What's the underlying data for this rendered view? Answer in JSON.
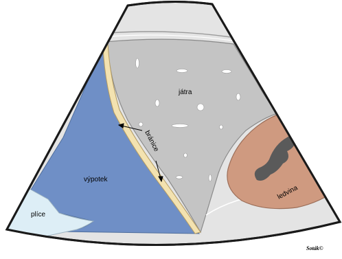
{
  "labels": {
    "liver": "játra",
    "diaphragm": "bránice",
    "effusion": "výpotek",
    "lung": "plíce",
    "kidney": "ledvina"
  },
  "signature": "Soták©",
  "colors": {
    "liver": "#c4c4c4",
    "sector_background": "#e4e4e4",
    "effusion": "#6f8fc6",
    "lung": "#ddeef6",
    "diaphragm": "#f3e2b0",
    "kidney": "#cf9a80",
    "kidney_sinus": "#5a5a5a",
    "outline": "#1a1a1a"
  }
}
